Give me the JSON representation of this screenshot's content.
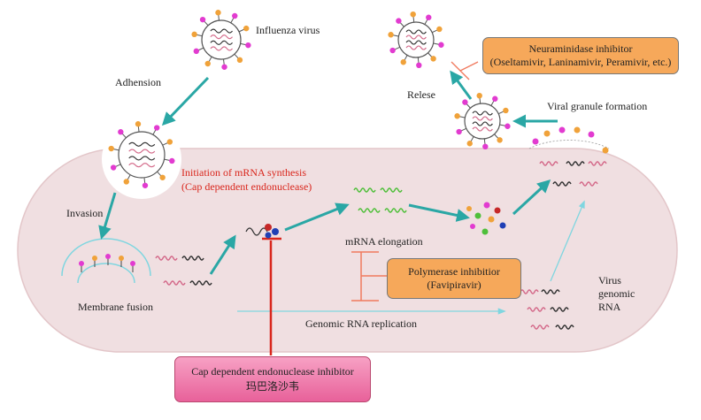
{
  "labels": {
    "influenza_virus": "Influenza virus",
    "adhension": "Adhension",
    "invasion": "Invasion",
    "membrane_fusion": "Membrane fusion",
    "initiation_line1": "Initiation of mRNA synthesis",
    "initiation_line2": "(Cap dependent endonuclease)",
    "mrna_elongation": "mRNA elongation",
    "genomic_rna_replication": "Genomic RNA replication",
    "virus_genomic_rna_line1": "Virus",
    "virus_genomic_rna_line2": "genomic",
    "virus_genomic_rna_line3": "RNA",
    "viral_granule_formation": "Viral granule formation",
    "relese": "Relese"
  },
  "boxes": {
    "neuraminidase": {
      "title": "Neuraminidase inhibitor",
      "drugs": "(Oseltamivir, Laninamivir, Peramivir, etc.)"
    },
    "polymerase": {
      "title": "Polymerase inhibitior",
      "drugs": "(Favipiravir)"
    },
    "cap_endonuclease": {
      "title": "Cap dependent endonuclease inhibitor",
      "drug_zh": "玛巴洛沙韦"
    }
  },
  "colors": {
    "cell": "#f0dfe1",
    "cell_border": "#e3c6c9",
    "arrow_teal": "#2aa7a5",
    "inhibitor_red": "#d9261c",
    "spike_magenta": "#e23bd0",
    "spike_orange": "#f0a23a",
    "rna_green": "#4fbf3a",
    "rna_dark": "#333333",
    "rna_pink": "#d46a8a"
  }
}
